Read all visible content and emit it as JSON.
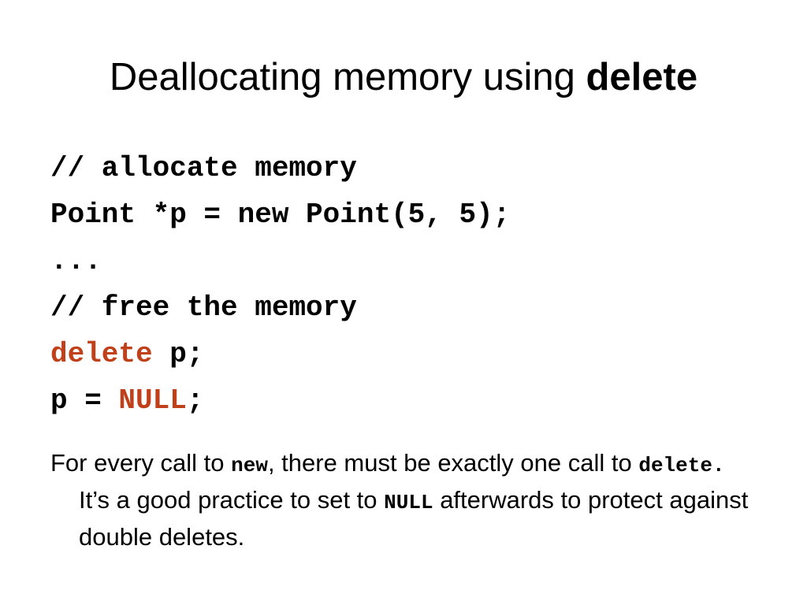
{
  "title": {
    "prefix": "Deallocating memory using ",
    "keyword": "delete"
  },
  "code": {
    "line1": "// allocate memory",
    "line2": "Point *p = new Point(5, 5);",
    "line3": "...",
    "line4": "// free the memory",
    "line5_keyword": "delete",
    "line5_rest": " p;",
    "line6_prefix": "p = ",
    "line6_keyword": "NULL",
    "line6_suffix": ";"
  },
  "paragraph": {
    "t1": "For every call to ",
    "c1": "new",
    "t2": ", there must be exactly one call to ",
    "c2": "delete.",
    "t3": "  It’s a good practice to set to ",
    "c3": "NULL",
    "t4": "  afterwards to protect against double deletes."
  },
  "colors": {
    "keyword": "#c0401a",
    "text": "#000000",
    "background": "#ffffff"
  }
}
